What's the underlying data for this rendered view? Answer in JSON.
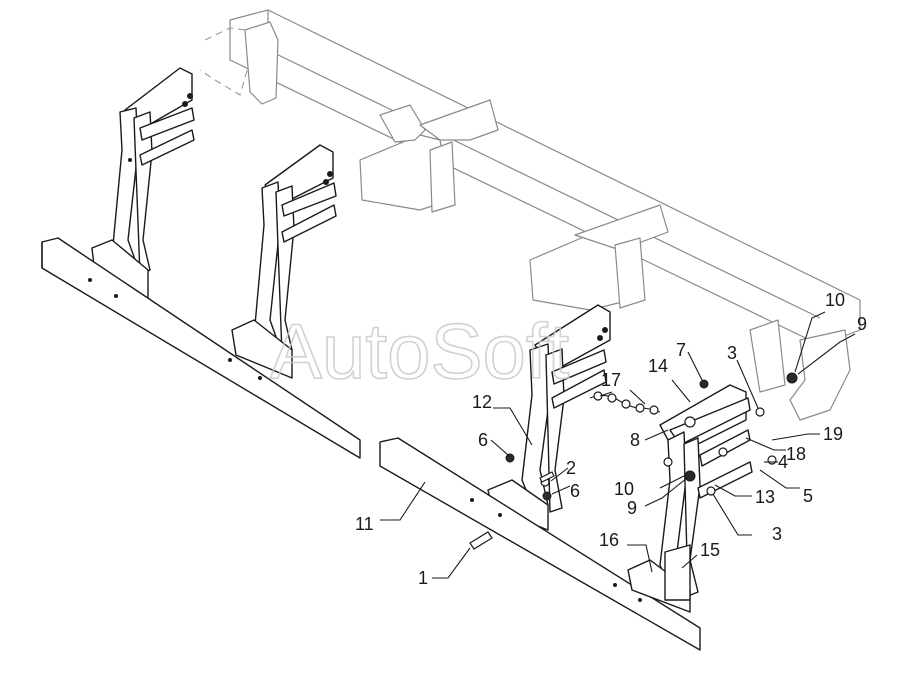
{
  "watermark": "AutoSoft",
  "callouts": [
    {
      "id": "c-1",
      "text": "1"
    },
    {
      "id": "c-2",
      "text": "2"
    },
    {
      "id": "c-3a",
      "text": "3"
    },
    {
      "id": "c-3b",
      "text": "3"
    },
    {
      "id": "c-4",
      "text": "4"
    },
    {
      "id": "c-5",
      "text": "5"
    },
    {
      "id": "c-6a",
      "text": "6"
    },
    {
      "id": "c-6b",
      "text": "6"
    },
    {
      "id": "c-7",
      "text": "7"
    },
    {
      "id": "c-8",
      "text": "8"
    },
    {
      "id": "c-9a",
      "text": "9"
    },
    {
      "id": "c-9b",
      "text": "9"
    },
    {
      "id": "c-10a",
      "text": "10"
    },
    {
      "id": "c-10b",
      "text": "10"
    },
    {
      "id": "c-11",
      "text": "11"
    },
    {
      "id": "c-12",
      "text": "12"
    },
    {
      "id": "c-13",
      "text": "13"
    },
    {
      "id": "c-14",
      "text": "14"
    },
    {
      "id": "c-15",
      "text": "15"
    },
    {
      "id": "c-16",
      "text": "16"
    },
    {
      "id": "c-17",
      "text": "17"
    },
    {
      "id": "c-18",
      "text": "18"
    },
    {
      "id": "c-19",
      "text": "19"
    }
  ]
}
